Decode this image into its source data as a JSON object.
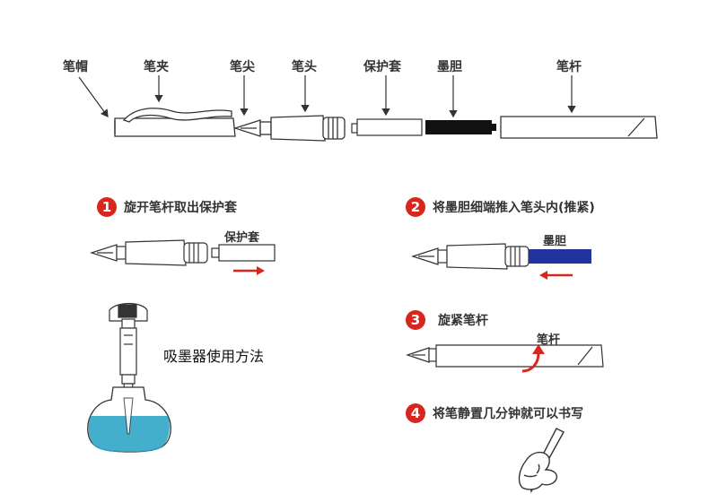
{
  "parts": {
    "cap": "笔帽",
    "clip": "笔夹",
    "nib": "笔尖",
    "grip": "笔头",
    "sleeve": "保护套",
    "cartridge": "墨胆",
    "barrel": "笔杆"
  },
  "steps": [
    {
      "num": "1",
      "text": "旋开笔杆取出保护套",
      "tag": "保护套"
    },
    {
      "num": "2",
      "text": "将墨胆细端推入笔头内(推紧)",
      "tag": "墨胆"
    },
    {
      "num": "3",
      "text": "旋紧笔杆",
      "tag": "笔杆"
    },
    {
      "num": "4",
      "text": "将笔静置几分钟就可以书写"
    }
  ],
  "converter_label": "吸墨器使用方法",
  "colors": {
    "accent": "#d7261e",
    "cartridge_blue": "#2233a0",
    "ink": "#2fa6c8",
    "cartridge_black": "#111111"
  }
}
